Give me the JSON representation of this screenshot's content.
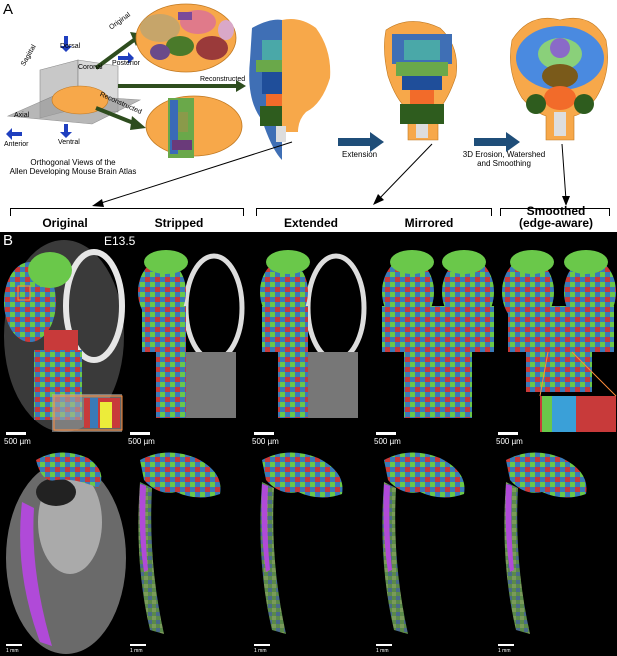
{
  "panel_a": {
    "letter": "A",
    "axes": {
      "dorsal": "Dorsal",
      "sagittal": "Sagittal",
      "coronal": "Coronal",
      "posterior": "Posterior",
      "axial": "Axial",
      "anterior": "Anterior",
      "ventral": "Ventral"
    },
    "arrow_original": "Original",
    "arrow_reconstructed_top": "Reconstructed",
    "arrow_reconstructed_bottom": "Reconstructed",
    "caption_line1": "Orthogonal Views of the",
    "caption_line2": "Allen Developing Mouse Brain Atlas",
    "step_extension": "Extension",
    "step_erosion_line1": "3D Erosion, Watershed",
    "step_erosion_line2": "and Smoothing"
  },
  "headers": {
    "original": "Original",
    "stripped": "Stripped",
    "extended": "Extended",
    "mirrored": "Mirrored",
    "smoothed_line1": "Smoothed",
    "smoothed_line2": "(edge-aware)"
  },
  "panel_b": {
    "letter": "B",
    "stage": "E13.5",
    "scale_top": "500 µm",
    "scale_bottom": "1 mm"
  },
  "colors": {
    "orange": "#f7a84a",
    "blue": "#1f4e9a",
    "arrow_blue": "#1f4e79",
    "dark_green": "#2e4d1e"
  }
}
